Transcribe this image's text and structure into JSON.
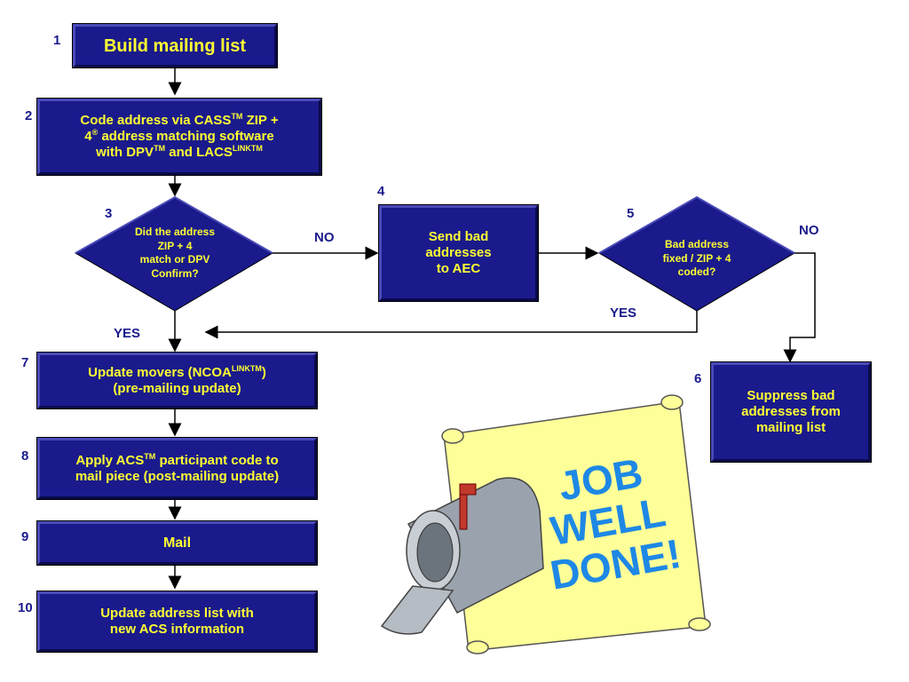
{
  "steps": {
    "s1": {
      "num": "1",
      "label": "Build mailing list"
    },
    "s2": {
      "num": "2",
      "line1a": "Code address via CASS",
      "tm1": "TM",
      "line1b": " ZIP +",
      "line2a": "4",
      "reg": "®",
      "line2b": " address matching software",
      "line3a": "with DPV",
      "tm2": "TM",
      "line3b": " and LACS",
      "link": "LINKTM"
    },
    "s3": {
      "num": "3",
      "l1": "Did the address",
      "l2": "ZIP + 4",
      "l3": "match or DPV",
      "l4": "Confirm?"
    },
    "s4": {
      "num": "4",
      "l1": "Send bad",
      "l2": "addresses",
      "l3": "to AEC"
    },
    "s5": {
      "num": "5",
      "l1": "Bad address",
      "l2": "fixed / ZIP + 4",
      "l3": "coded?"
    },
    "s6": {
      "num": "6",
      "l1": "Suppress bad",
      "l2": "addresses from",
      "l3": "mailing list"
    },
    "s7": {
      "num": "7",
      "l1a": "Update movers (NCOA",
      "link": "LINKTM",
      "l1b": ")",
      "l2": "(pre-mailing update)"
    },
    "s8": {
      "num": "8",
      "l1a": "Apply ACS",
      "tm": "TM",
      "l1b": " participant code to",
      "l2": "mail piece (post-mailing update)"
    },
    "s9": {
      "num": "9",
      "label": "Mail"
    },
    "s10": {
      "num": "10",
      "l1": "Update address list with",
      "l2": "new ACS information"
    }
  },
  "labels": {
    "no1": "NO",
    "no2": "NO",
    "yes1": "YES",
    "yes2": "YES"
  },
  "banner": {
    "l1": "JOB",
    "l2": "WELL",
    "l3": "DONE!"
  },
  "colors": {
    "box": "#1a1a8c",
    "text": "#ffff33",
    "banner_text": "#1e88e5",
    "scroll": "#ffff99"
  }
}
